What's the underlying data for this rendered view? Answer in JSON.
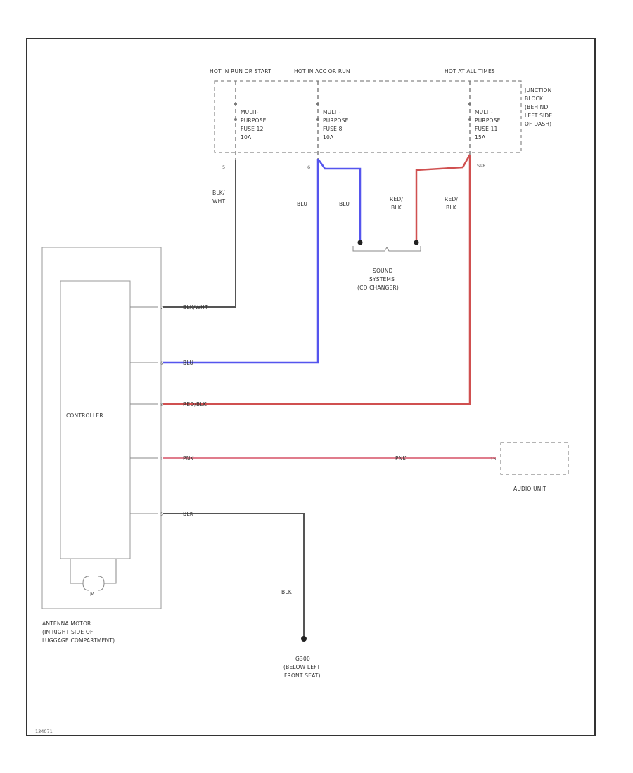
{
  "power_sources": {
    "hot_run": "HOT IN RUN OR START",
    "hot_acc": "HOT IN ACC OR RUN",
    "hot_all": "HOT AT ALL TIMES"
  },
  "fuses": {
    "fuse_12": [
      "MULTI-",
      "PURPOSE",
      "FUSE 12",
      "10A"
    ],
    "fuse_8": [
      "MULTI-",
      "PURPOSE",
      "FUSE 8",
      "10A"
    ],
    "fuse_11": [
      "MULTI-",
      "PURPOSE",
      "FUSE 11",
      "15A"
    ]
  },
  "junction_block": [
    "JUNCTION",
    "BLOCK",
    "(BEHIND",
    "LEFT SIDE",
    "OF DASH)"
  ],
  "terminals": {
    "t1": "5",
    "t2": "6",
    "t3": "S98"
  },
  "wire_labels": {
    "blk_wht": [
      "BLK/",
      "WHT"
    ],
    "blu1": "BLU",
    "blu2": "BLU",
    "red_blk1": [
      "RED/",
      "BLK"
    ],
    "red_blk2": [
      "RED/",
      "BLK"
    ],
    "blk_wht_h": "BLK/WHT",
    "blu_h": "BLU",
    "red_blk_h": "RED/BLK",
    "pnk_h1": "PNK",
    "pnk_h2": "PNK",
    "blk_h": "BLK",
    "blk_v": "BLK"
  },
  "pins": {
    "p1": "7",
    "p2": "6",
    "p3": "8",
    "p4": "1",
    "p5": "5",
    "audio_pin": "15"
  },
  "sound_systems": [
    "SOUND",
    "SYSTEMS",
    "(CD CHANGER)"
  ],
  "controller": "CONTROLLER",
  "motor": "M",
  "antenna_motor": [
    "ANTENNA MOTOR",
    "(IN RIGHT SIDE OF",
    "LUGGAGE COMPARTMENT)"
  ],
  "audio_unit": "AUDIO UNIT",
  "ground": [
    "G300",
    "(BELOW LEFT",
    "FRONT SEAT)"
  ],
  "figure_id": "134071",
  "colors": {
    "blue_wire": "#5555ee",
    "red_wire": "#d05050",
    "pink_wire": "#e07c8c",
    "black_wire": "#555555"
  }
}
